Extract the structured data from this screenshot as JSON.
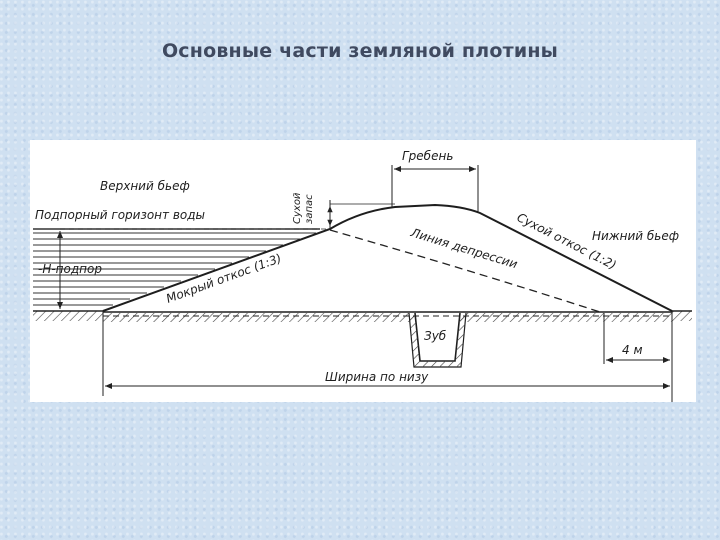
{
  "title": "Основные части земляной плотины",
  "labels": {
    "crest": "Гребень",
    "upstream": "Верхний бьеф",
    "downstream": "Нижний бьеф",
    "retained_level": "Подпорный горизонт воды",
    "head": "-H-подпор",
    "freeboard_line1": "Сухой",
    "freeboard_line2": "запас",
    "wet_slope": "Мокрый откос (1:3)",
    "dry_slope": "Сухой откос (1:2)",
    "seepage_line": "Линия депрессии",
    "cutoff_tooth": "Зуб",
    "toe_width": "4 м",
    "base_width": "Ширина по низу"
  }
}
